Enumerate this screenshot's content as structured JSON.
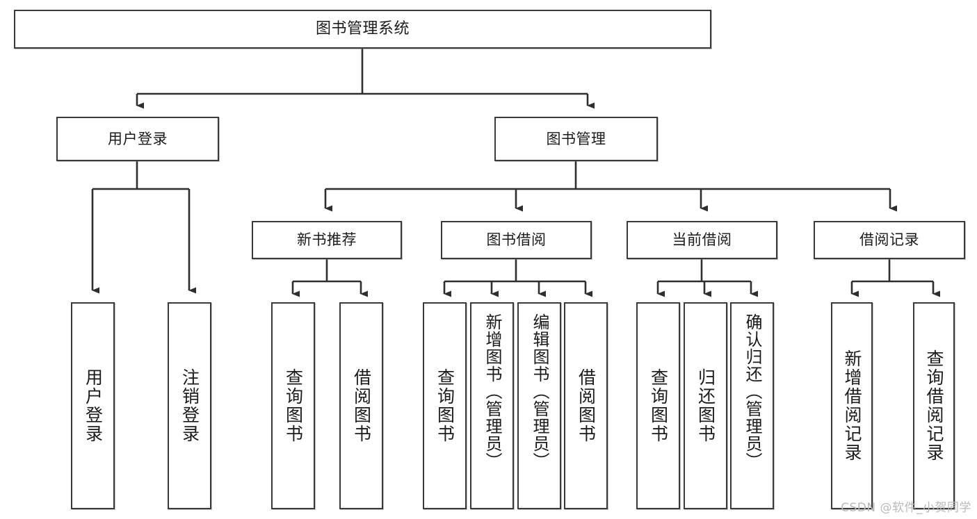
{
  "diagram": {
    "title": "图书管理系统",
    "type": "hierarchy-tree",
    "watermark": "CSDN @软件_小贺同学",
    "colors": {
      "stroke": "#3a3a3a",
      "fill": "#ffffff",
      "text": "#1b1b1b",
      "watermark": "#b9b9b9"
    },
    "levels": {
      "level1": [
        {
          "id": "root",
          "label": "图书管理系统"
        }
      ],
      "level2": [
        {
          "id": "user-login",
          "label": "用户登录"
        },
        {
          "id": "book-manage",
          "label": "图书管理"
        }
      ],
      "level3": [
        {
          "id": "new-book-rec",
          "label": "新书推荐"
        },
        {
          "id": "book-borrow",
          "label": "图书借阅"
        },
        {
          "id": "current-borrow",
          "label": "当前借阅"
        },
        {
          "id": "borrow-record",
          "label": "借阅记录"
        }
      ],
      "leaves": [
        {
          "id": "leaf-user-login",
          "label": "用户登录"
        },
        {
          "id": "leaf-logout",
          "label": "注销登录"
        },
        {
          "id": "leaf-query-book-1",
          "label": "查询图书"
        },
        {
          "id": "leaf-borrow-book-1",
          "label": "借阅图书"
        },
        {
          "id": "leaf-query-book-2",
          "label": "查询图书"
        },
        {
          "id": "leaf-add-book",
          "label": "新增图书（管理员）"
        },
        {
          "id": "leaf-edit-book",
          "label": "编辑图书（管理员）"
        },
        {
          "id": "leaf-borrow-book-2",
          "label": "借阅图书"
        },
        {
          "id": "leaf-query-book-3",
          "label": "查询图书"
        },
        {
          "id": "leaf-return-book",
          "label": "归还图书"
        },
        {
          "id": "leaf-confirm-return",
          "label": "确认归还（管理员）"
        },
        {
          "id": "leaf-add-record",
          "label": "新增借阅记录"
        },
        {
          "id": "leaf-query-record",
          "label": "查询借阅记录"
        }
      ]
    }
  }
}
